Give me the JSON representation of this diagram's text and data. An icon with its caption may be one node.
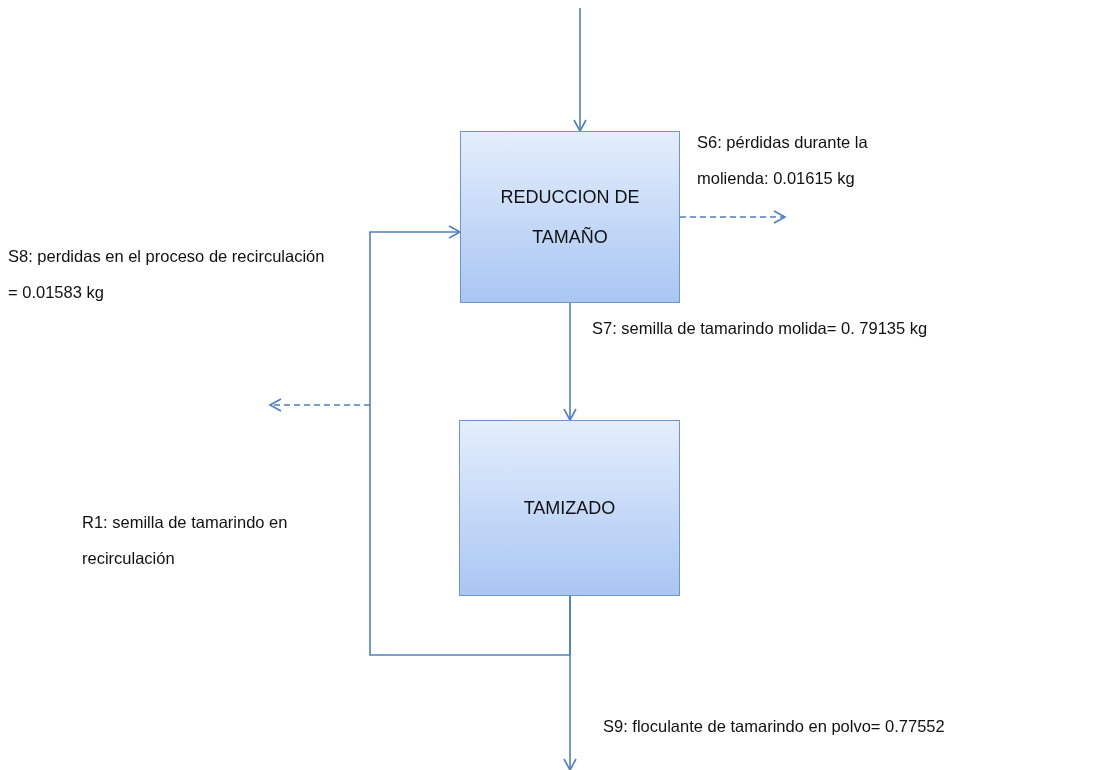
{
  "diagram": {
    "nodes": [
      {
        "text": [
          "REDUCCION DE TAMAÑO"
        ]
      },
      {
        "text": [
          "TAMIZADO"
        ]
      }
    ],
    "edges": [
      {
        "from": null,
        "to": 0,
        "arrow": "to"
      },
      {
        "from": 0,
        "to": null,
        "arrow": "to",
        "style": "dashed",
        "label": "S6: pérdidas durante la molienda: 0.01615   kg"
      },
      {
        "from": 0,
        "to": 1,
        "arrow": "to",
        "label": "S7: semilla de tamarindo molida= 0. 79135 kg"
      },
      {
        "from": 1,
        "to": null,
        "arrow": "to",
        "label": "S9: floculante de tamarindo en polvo= 0.77552"
      },
      {
        "from": 1,
        "to": 0,
        "arrow": "to"
      }
    ],
    "labels": [
      "S8: perdidas en el proceso de recirculación = 0.01583 kg",
      "R1: semilla de tamarindo en recirculación"
    ]
  }
}
